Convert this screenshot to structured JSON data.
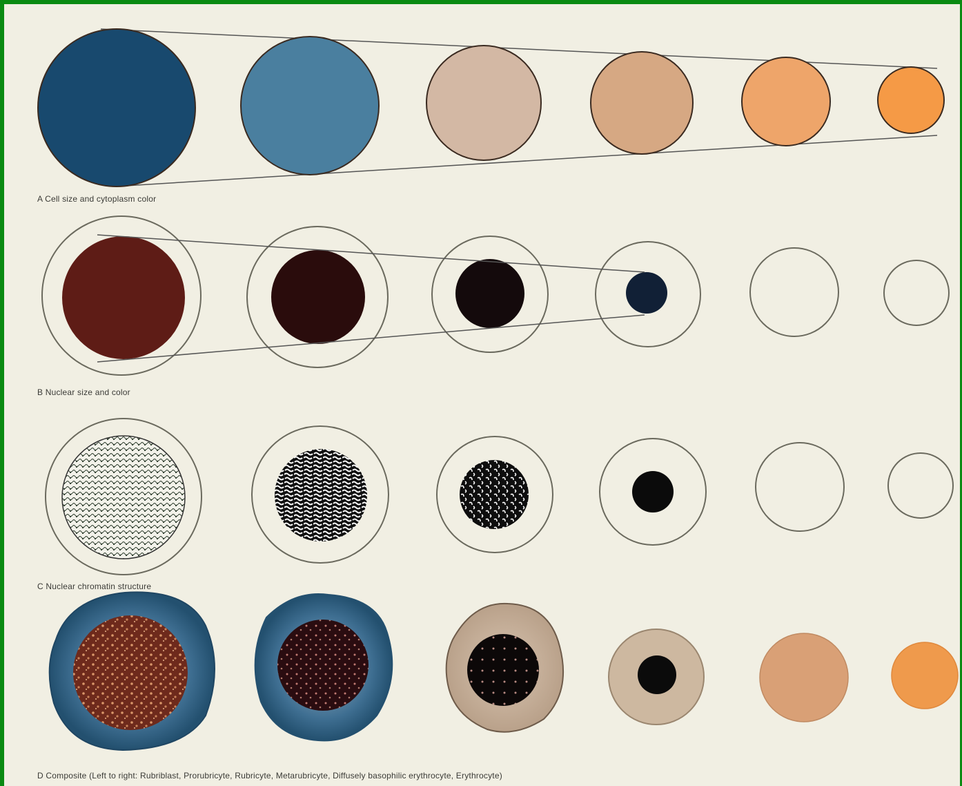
{
  "panels": {
    "a": {
      "caption": "A  Cell size and cytoplasm color"
    },
    "b": {
      "caption": "B  Nuclear size and color"
    },
    "c": {
      "caption": "C  Nuclear chromatin structure"
    },
    "d": {
      "caption": "D  Composite (Left to right: Rubriblast, Prorubricyte, Rubricyte, Metarubricyte, Diffusely basophilic erythrocyte, Erythrocyte)"
    }
  },
  "stages": [
    "Rubriblast",
    "Prorubricyte",
    "Rubricyte",
    "Metarubricyte",
    "Diffusely basophilic erythrocyte",
    "Erythrocyte"
  ],
  "colors": {
    "cytoplasm": [
      "#18496e",
      "#4a7f9f",
      "#d3b8a4",
      "#d6a883",
      "#eea56a",
      "#f59a46"
    ],
    "nucleus": [
      "#5e1c16",
      "#2a0c0c",
      "#140a0c",
      "#112036"
    ],
    "frame": "#0a8a12",
    "paper": "#f1efe3"
  }
}
